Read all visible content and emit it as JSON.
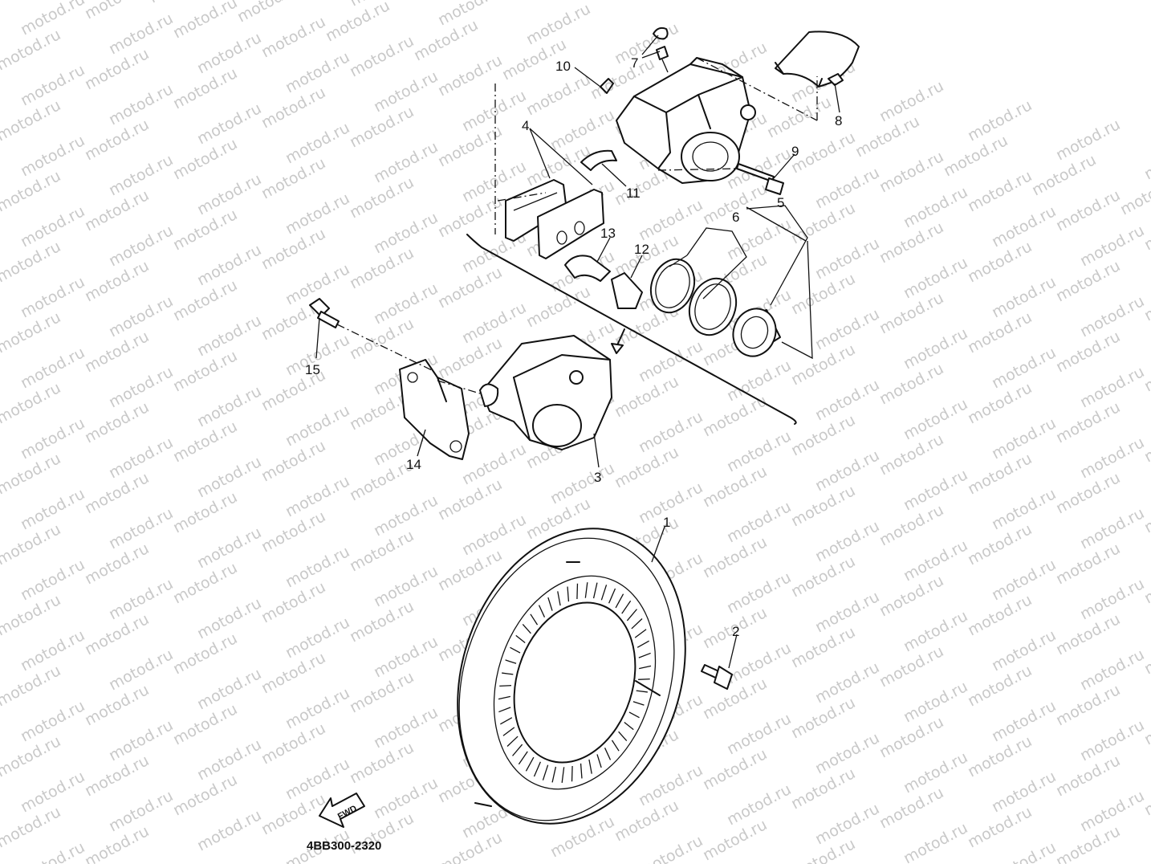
{
  "watermark": "motod.ru",
  "diagram_code": "4BB300-2320",
  "fwd_label": "FWD",
  "callouts": {
    "c1": "1",
    "c2": "2",
    "c3": "3",
    "c4": "4",
    "c5": "5",
    "c6": "6",
    "c7": "7",
    "c8": "8",
    "c9": "9",
    "c10": "10",
    "c11": "11",
    "c12": "12",
    "c13": "13",
    "c14": "14",
    "c15": "15"
  }
}
